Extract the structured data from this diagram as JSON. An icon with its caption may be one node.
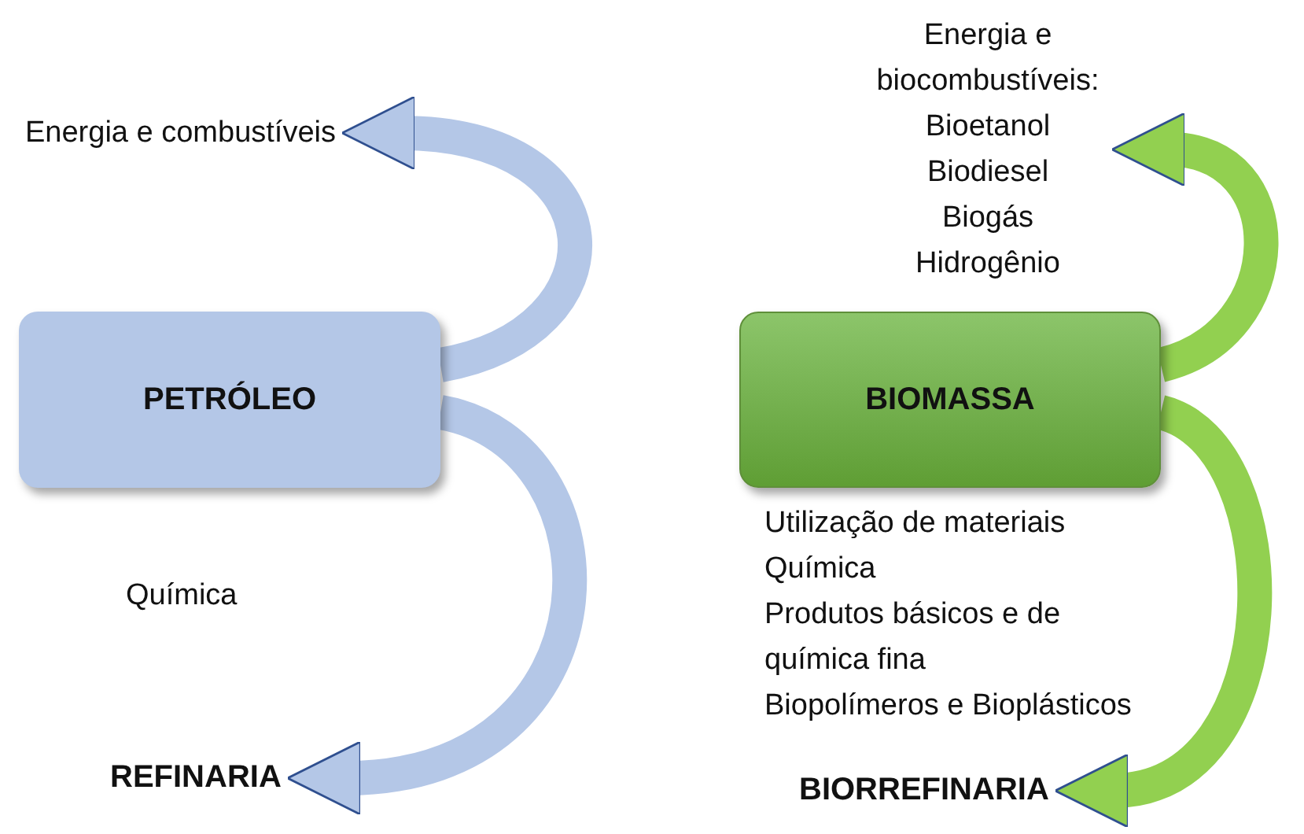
{
  "diagram": {
    "nodes": [
      {
        "text": [
          "Energia e combustíveis"
        ]
      },
      {
        "text": [
          "PETRÓLEO"
        ]
      },
      {
        "text": [
          "Química"
        ]
      },
      {
        "text": [
          "REFINARIA"
        ]
      },
      {
        "text": [
          "Energia e biocombustíveis:",
          "Bioetanol",
          "Biodiesel",
          "Biogás",
          "Hidrogênio"
        ]
      },
      {
        "text": [
          "BIOMASSA"
        ]
      },
      {
        "text": [
          "Utilização de materiais",
          "Química",
          "Produtos básicos e de química fina",
          "Biopolímeros e Bioplásticos"
        ]
      },
      {
        "text": [
          "BIORREFINARIA"
        ]
      }
    ],
    "edges": [
      {
        "from": 1,
        "to": 0,
        "arrow": "to",
        "color": "#b4c7e7"
      },
      {
        "from": 1,
        "to": 3,
        "arrow": "to",
        "color": "#b4c7e7"
      },
      {
        "from": 5,
        "to": 4,
        "arrow": "to",
        "color": "#92d050"
      },
      {
        "from": 5,
        "to": 7,
        "arrow": "to",
        "color": "#92d050"
      }
    ]
  }
}
